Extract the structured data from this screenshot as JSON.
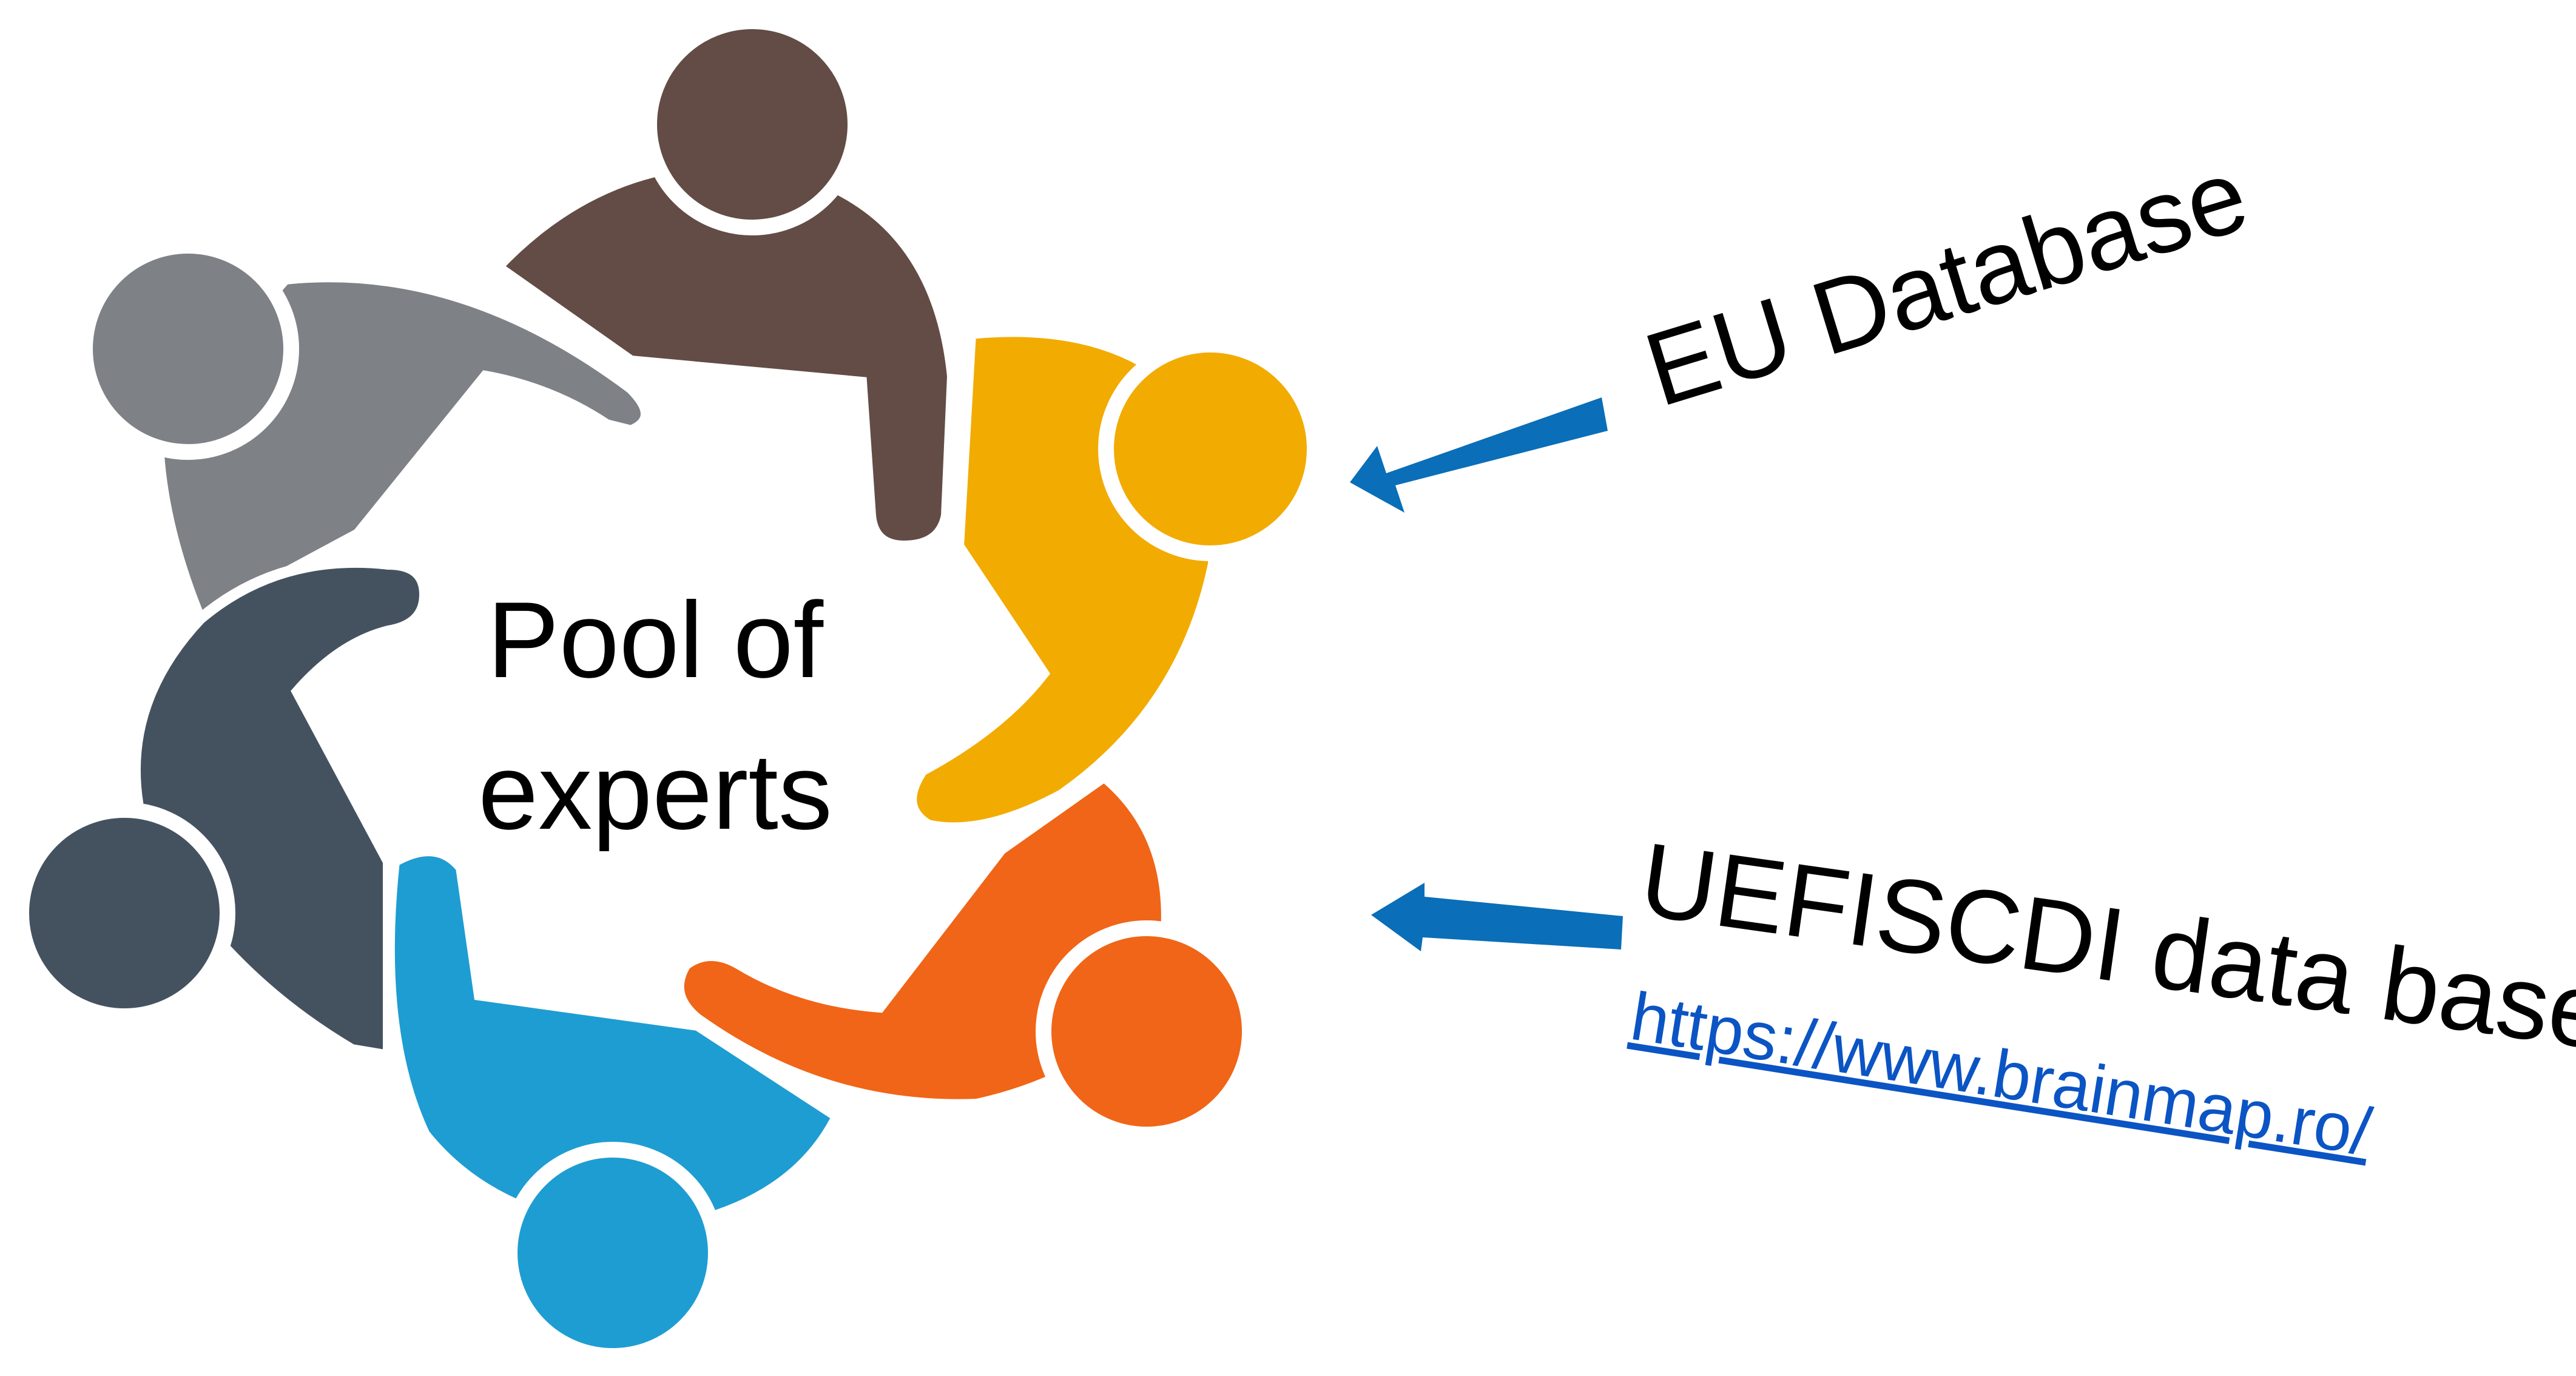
{
  "center": {
    "line1": "Pool of",
    "line2": "experts"
  },
  "sources": {
    "eu_label": "EU Database",
    "uefiscdi_label": "UEFISCDI data base",
    "uefiscdi_link": "https://www.brainmap.ro/"
  },
  "colors": {
    "brown": "#634c45",
    "gray": "#7e8186",
    "yellow": "#f2ab00",
    "orange": "#f06517",
    "blue": "#1e9dd2",
    "slate": "#445260",
    "arrow": "#0a6eb8",
    "link": "#0b54c4"
  }
}
